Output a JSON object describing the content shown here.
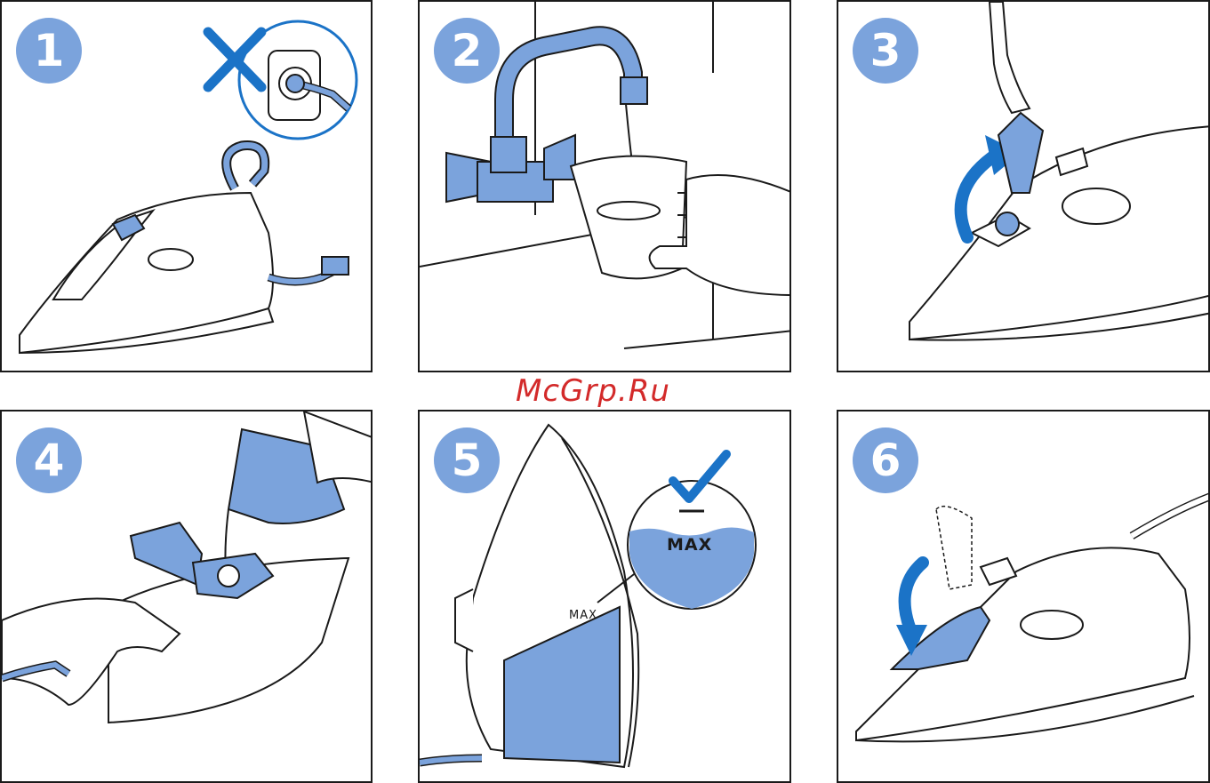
{
  "watermark": "McGrp.Ru",
  "colors": {
    "accent": "#7ba3dc",
    "arrow": "#1b73c7",
    "outline": "#1a1a1a"
  },
  "steps": [
    {
      "number": "1",
      "icons": [
        "unplug-cross-icon",
        "wall-socket-icon",
        "steam-iron-icon"
      ]
    },
    {
      "number": "2",
      "icons": [
        "water-tap-icon",
        "measuring-cup-icon",
        "hand-icon"
      ]
    },
    {
      "number": "3",
      "icons": [
        "steam-iron-icon",
        "open-lid-arrow-icon",
        "hand-icon"
      ]
    },
    {
      "number": "4",
      "icons": [
        "steam-iron-icon",
        "pouring-cup-icon",
        "hand-icon"
      ]
    },
    {
      "number": "5",
      "icons": [
        "steam-iron-upright-icon",
        "max-level-check-icon"
      ],
      "max_label_zoom": "MAX",
      "max_label_tank": "MAX"
    },
    {
      "number": "6",
      "icons": [
        "steam-iron-icon",
        "close-lid-arrow-icon"
      ]
    }
  ]
}
